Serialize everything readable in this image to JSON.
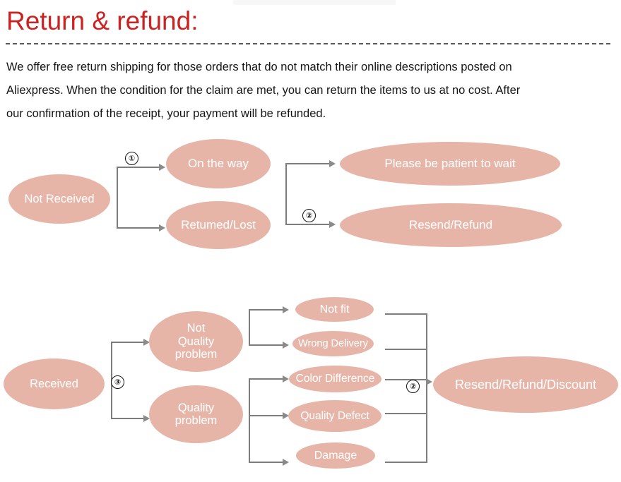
{
  "header": {
    "title": "Return & refund:",
    "title_color": "#cc2222",
    "paragraph_lines": [
      "We offer free return shipping for  those orders that do not  match their online descriptions  posted on",
      "Aliexpress. When the condition for the claim are met, you can return the items to us at no cost. After",
      "our confirmation of the receipt, your payment will be refunded."
    ]
  },
  "theme": {
    "ellipse_fill": "#e7b5a7",
    "ellipse_text": "#fdfdfd",
    "connector": "#7d7d7d",
    "arrow": "#8a8a8a",
    "divider": "#5a5a5a",
    "background": "#ffffff"
  },
  "flow_not_received": {
    "start": "Not Received",
    "branches": [
      {
        "status": "On the way",
        "marker": "①",
        "outcome": "Please be patient to wait"
      },
      {
        "status": "Retumed/Lost",
        "marker": "②",
        "outcome": "Resend/Refund"
      }
    ]
  },
  "flow_received": {
    "start": "Received",
    "marker": "③",
    "categories": [
      {
        "label": "Not\nQuality\nproblem",
        "reasons": [
          "Not fit",
          "Wrong Delivery"
        ]
      },
      {
        "label": "Quality\nproblem",
        "reasons": [
          "Color Difference",
          "Quality Defect",
          "Damage"
        ]
      }
    ],
    "reason_list": [
      "Not fit",
      "Wrong Delivery",
      "Color Difference",
      "Quality Defect",
      "Damage"
    ],
    "merge_marker": "②",
    "outcome": "Resend/Refund/Discount"
  }
}
